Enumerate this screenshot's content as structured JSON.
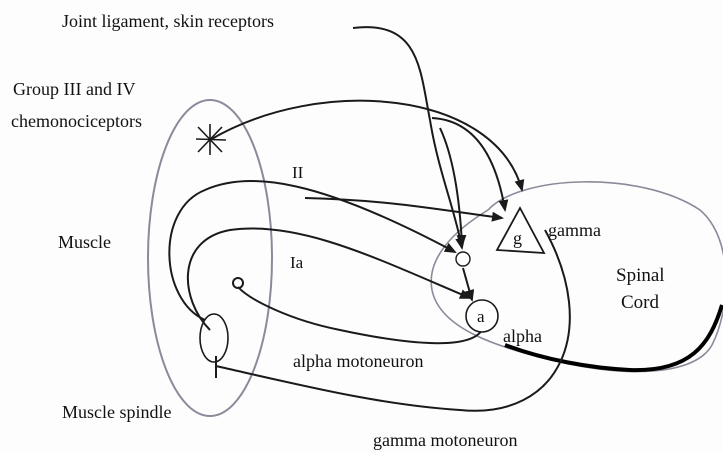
{
  "labels": {
    "joint": "Joint ligament, skin receptors",
    "group_line1": "Group III and IV",
    "group_line2": "chemonociceptors",
    "ii": "II",
    "ia": "Ia",
    "muscle": "Muscle",
    "gamma": "gamma",
    "g": "g",
    "a": "a",
    "alpha": "alpha",
    "spinal": "Spinal",
    "cord": "Cord",
    "alpha_mn": "alpha motoneuron",
    "gamma_mn": "gamma motoneuron",
    "spindle": "Muscle spindle"
  },
  "colors": {
    "ink": "#1a1a1a",
    "outline": "#8a8a9a"
  }
}
